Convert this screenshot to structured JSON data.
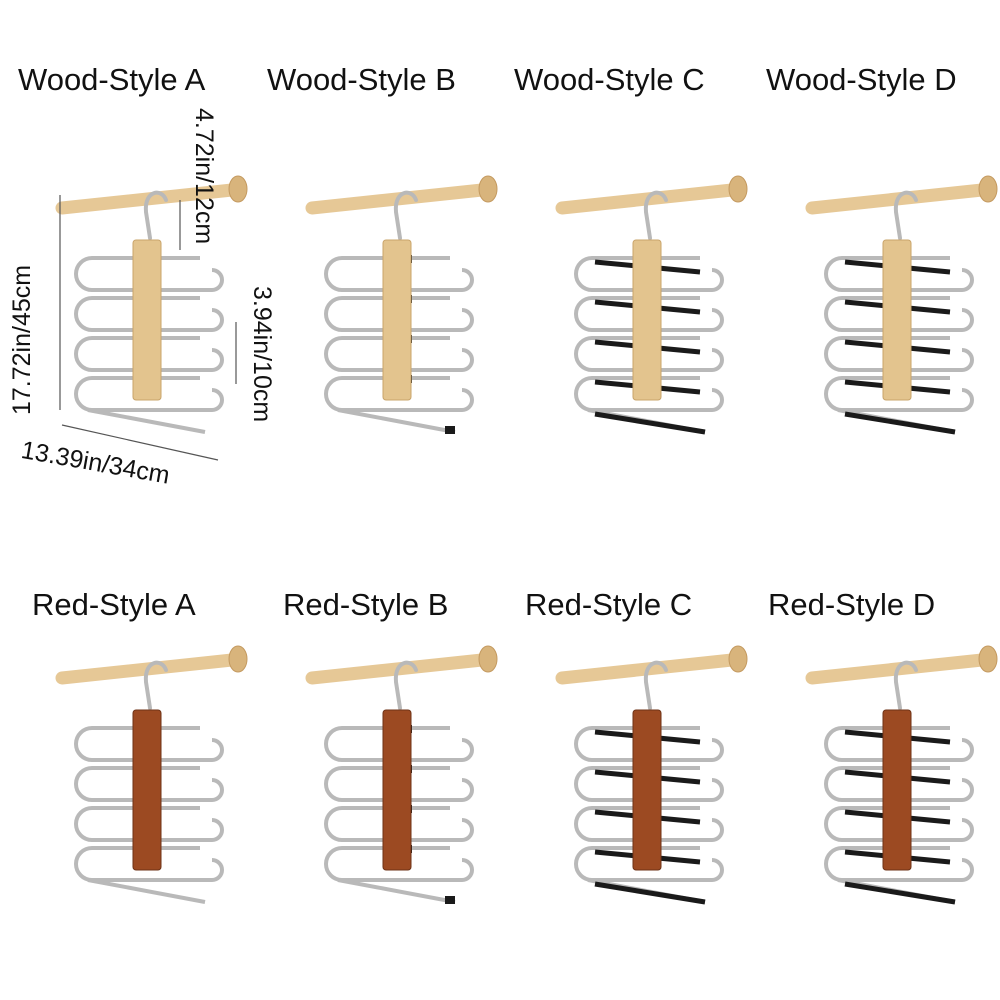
{
  "variants": [
    {
      "label": "Wood-Style A",
      "block": "wood",
      "bars": "none"
    },
    {
      "label": "Wood-Style B",
      "block": "wood",
      "bars": "tips"
    },
    {
      "label": "Wood-Style C",
      "block": "wood",
      "bars": "full"
    },
    {
      "label": "Wood-Style D",
      "block": "wood",
      "bars": "full"
    },
    {
      "label": "Red-Style A",
      "block": "red",
      "bars": "none"
    },
    {
      "label": "Red-Style B",
      "block": "red",
      "bars": "tips"
    },
    {
      "label": "Red-Style C",
      "block": "red",
      "bars": "full"
    },
    {
      "label": "Red-Style D",
      "block": "red",
      "bars": "full"
    }
  ],
  "dimensions": {
    "height": "17.72in/45cm",
    "width": "13.39in/34cm",
    "hook": "4.72in/12cm",
    "spacing": "3.94in/10cm"
  },
  "colors": {
    "rod": "#e6c896",
    "wood_block": "#e3c48e",
    "red_block": "#9c4a22",
    "metal": "#b9b9b9",
    "bar_black": "#1a1a1a"
  }
}
